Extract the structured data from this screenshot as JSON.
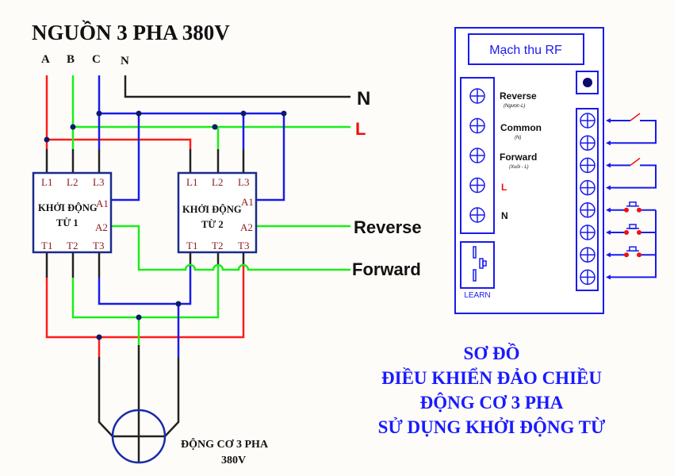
{
  "title": "NGUỒN 3 PHA 380V",
  "phases": {
    "a": "A",
    "b": "B",
    "c": "C",
    "n": "N"
  },
  "lines": {
    "n_label": "N",
    "l_label": "L",
    "reverse_label": "Reverse",
    "forward_label": "Forward"
  },
  "contactor1": {
    "name_line1": "KHỞI ĐỘNG",
    "name_line2": "TỪ 1",
    "inputs": [
      "L1",
      "L2",
      "L3"
    ],
    "outputs": [
      "T1",
      "T2",
      "T3"
    ],
    "coil": [
      "A1",
      "A2"
    ]
  },
  "contactor2": {
    "name_line1": "KHỞI ĐỘNG",
    "name_line2": "TỪ 2",
    "inputs": [
      "L1",
      "L2",
      "L3"
    ],
    "outputs": [
      "T1",
      "T2",
      "T3"
    ],
    "coil": [
      "A1",
      "A2"
    ]
  },
  "motor": {
    "label_line1": "ĐỘNG CƠ 3 PHA",
    "label_line2": "380V"
  },
  "rf_module": {
    "title": "Mạch thu RF",
    "terminals": [
      {
        "label": "Reverse",
        "sub": "(Ngược-L)"
      },
      {
        "label": "Common",
        "sub": "(N)"
      },
      {
        "label": "Forward",
        "sub": "(Xuôi - L)"
      },
      {
        "label": "L",
        "sub": ""
      },
      {
        "label": "N",
        "sub": ""
      }
    ],
    "learn_label": "LEARN",
    "input_switches": [
      "toggle-switch",
      "toggle-switch",
      "push-button",
      "push-button",
      "push-button"
    ]
  },
  "caption": {
    "line1": "SƠ ĐỒ",
    "line2": "ĐIỀU KHIỂN ĐẢO CHIỀU",
    "line3": "ĐỘNG CƠ 3 PHA",
    "line4": "SỬ DỤNG KHỞI ĐỘNG TỪ"
  },
  "colors": {
    "phase_a": "#ff1a1a",
    "phase_b": "#1aee1a",
    "phase_c": "#1a1aee",
    "neutral": "#222222",
    "box_border": "#1a2a8a",
    "terminal_text": "#8b1a1a",
    "caption": "#1a1aff",
    "l_label": "#ee1111"
  }
}
